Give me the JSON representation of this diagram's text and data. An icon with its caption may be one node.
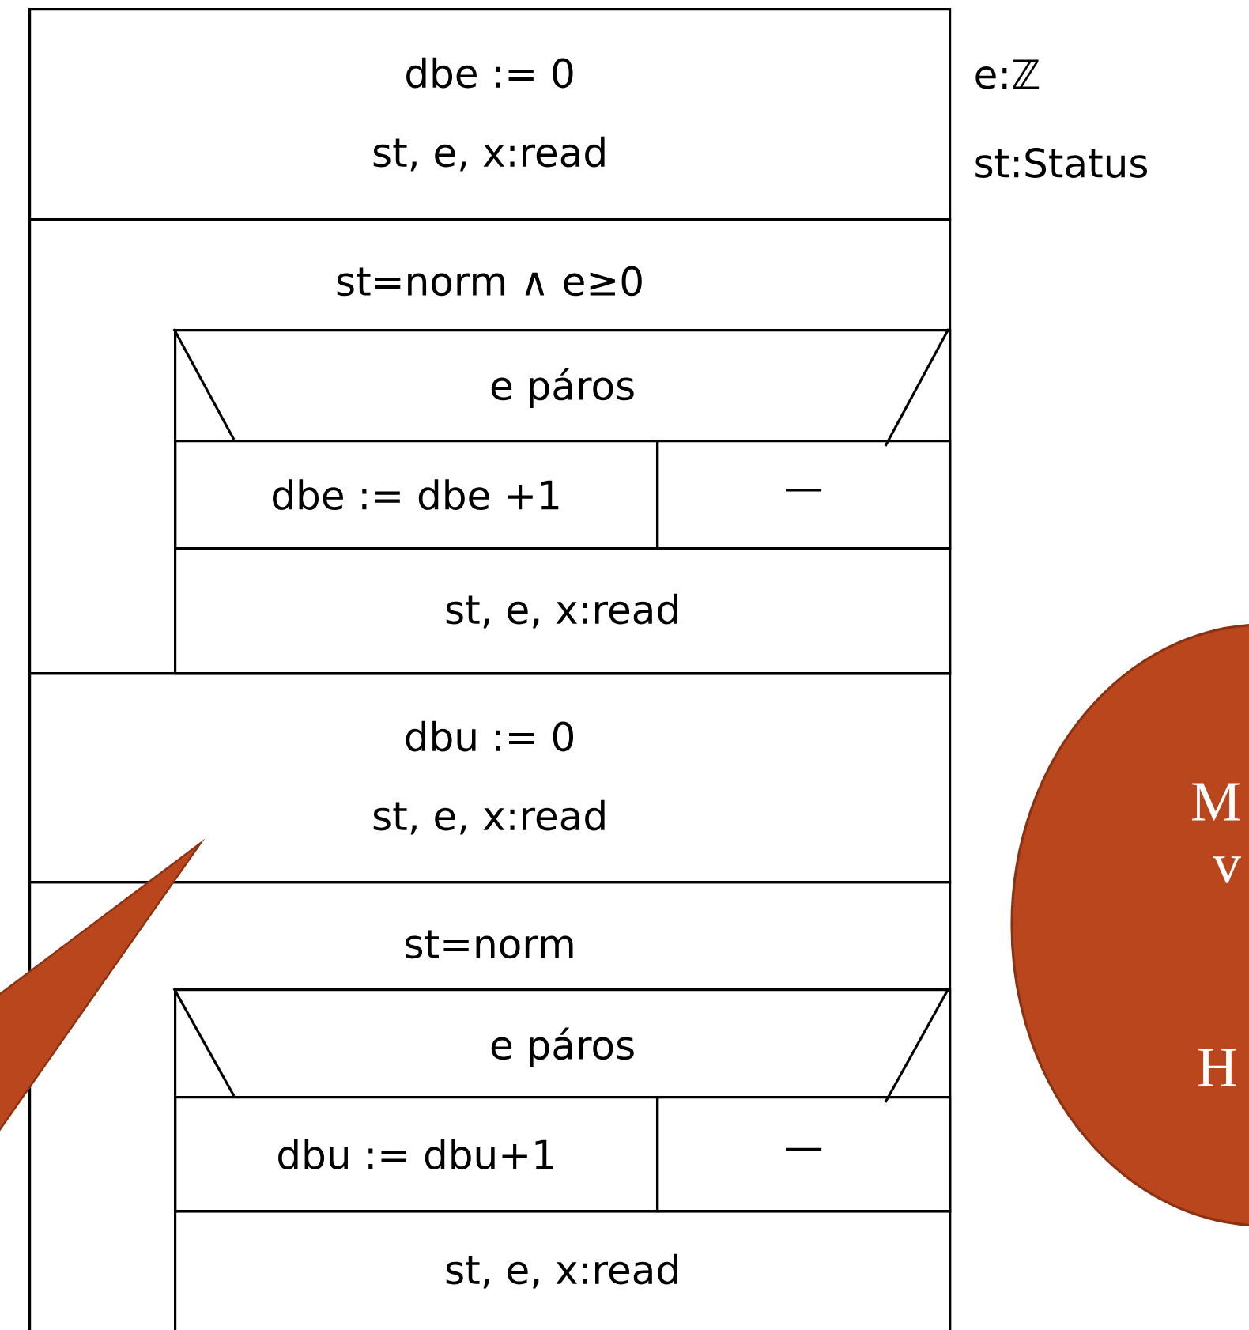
{
  "diagram": {
    "nodes": [
      {
        "text": [
          "dbe := 0",
          "st, e, x:read"
        ]
      },
      {
        "text": [
          "st=norm ∧ e≥0"
        ]
      },
      {
        "text": [
          "e páros"
        ],
        "in": 1
      },
      {
        "text": [
          "dbe := dbe +1"
        ],
        "in": 2
      },
      {
        "text": [
          "—"
        ],
        "in": 2
      },
      {
        "text": [
          "st, e, x:read"
        ],
        "in": 1
      },
      {
        "text": [
          "dbu := 0",
          "st, e, x:read"
        ]
      },
      {
        "text": [
          "st=norm"
        ]
      },
      {
        "text": [
          "e páros"
        ],
        "in": 7
      },
      {
        "text": [
          "dbu := dbu+1"
        ],
        "in": 8
      },
      {
        "text": [
          "—"
        ],
        "in": 8
      },
      {
        "text": [
          "st, e, x:read"
        ],
        "in": 7
      },
      {
        "text": [
          "M",
          "v",
          "H"
        ]
      },
      {
        "text": [],
        "shape": "callout"
      }
    ],
    "edges": [],
    "labels": [
      "e:ℤ",
      "st:Status"
    ]
  }
}
